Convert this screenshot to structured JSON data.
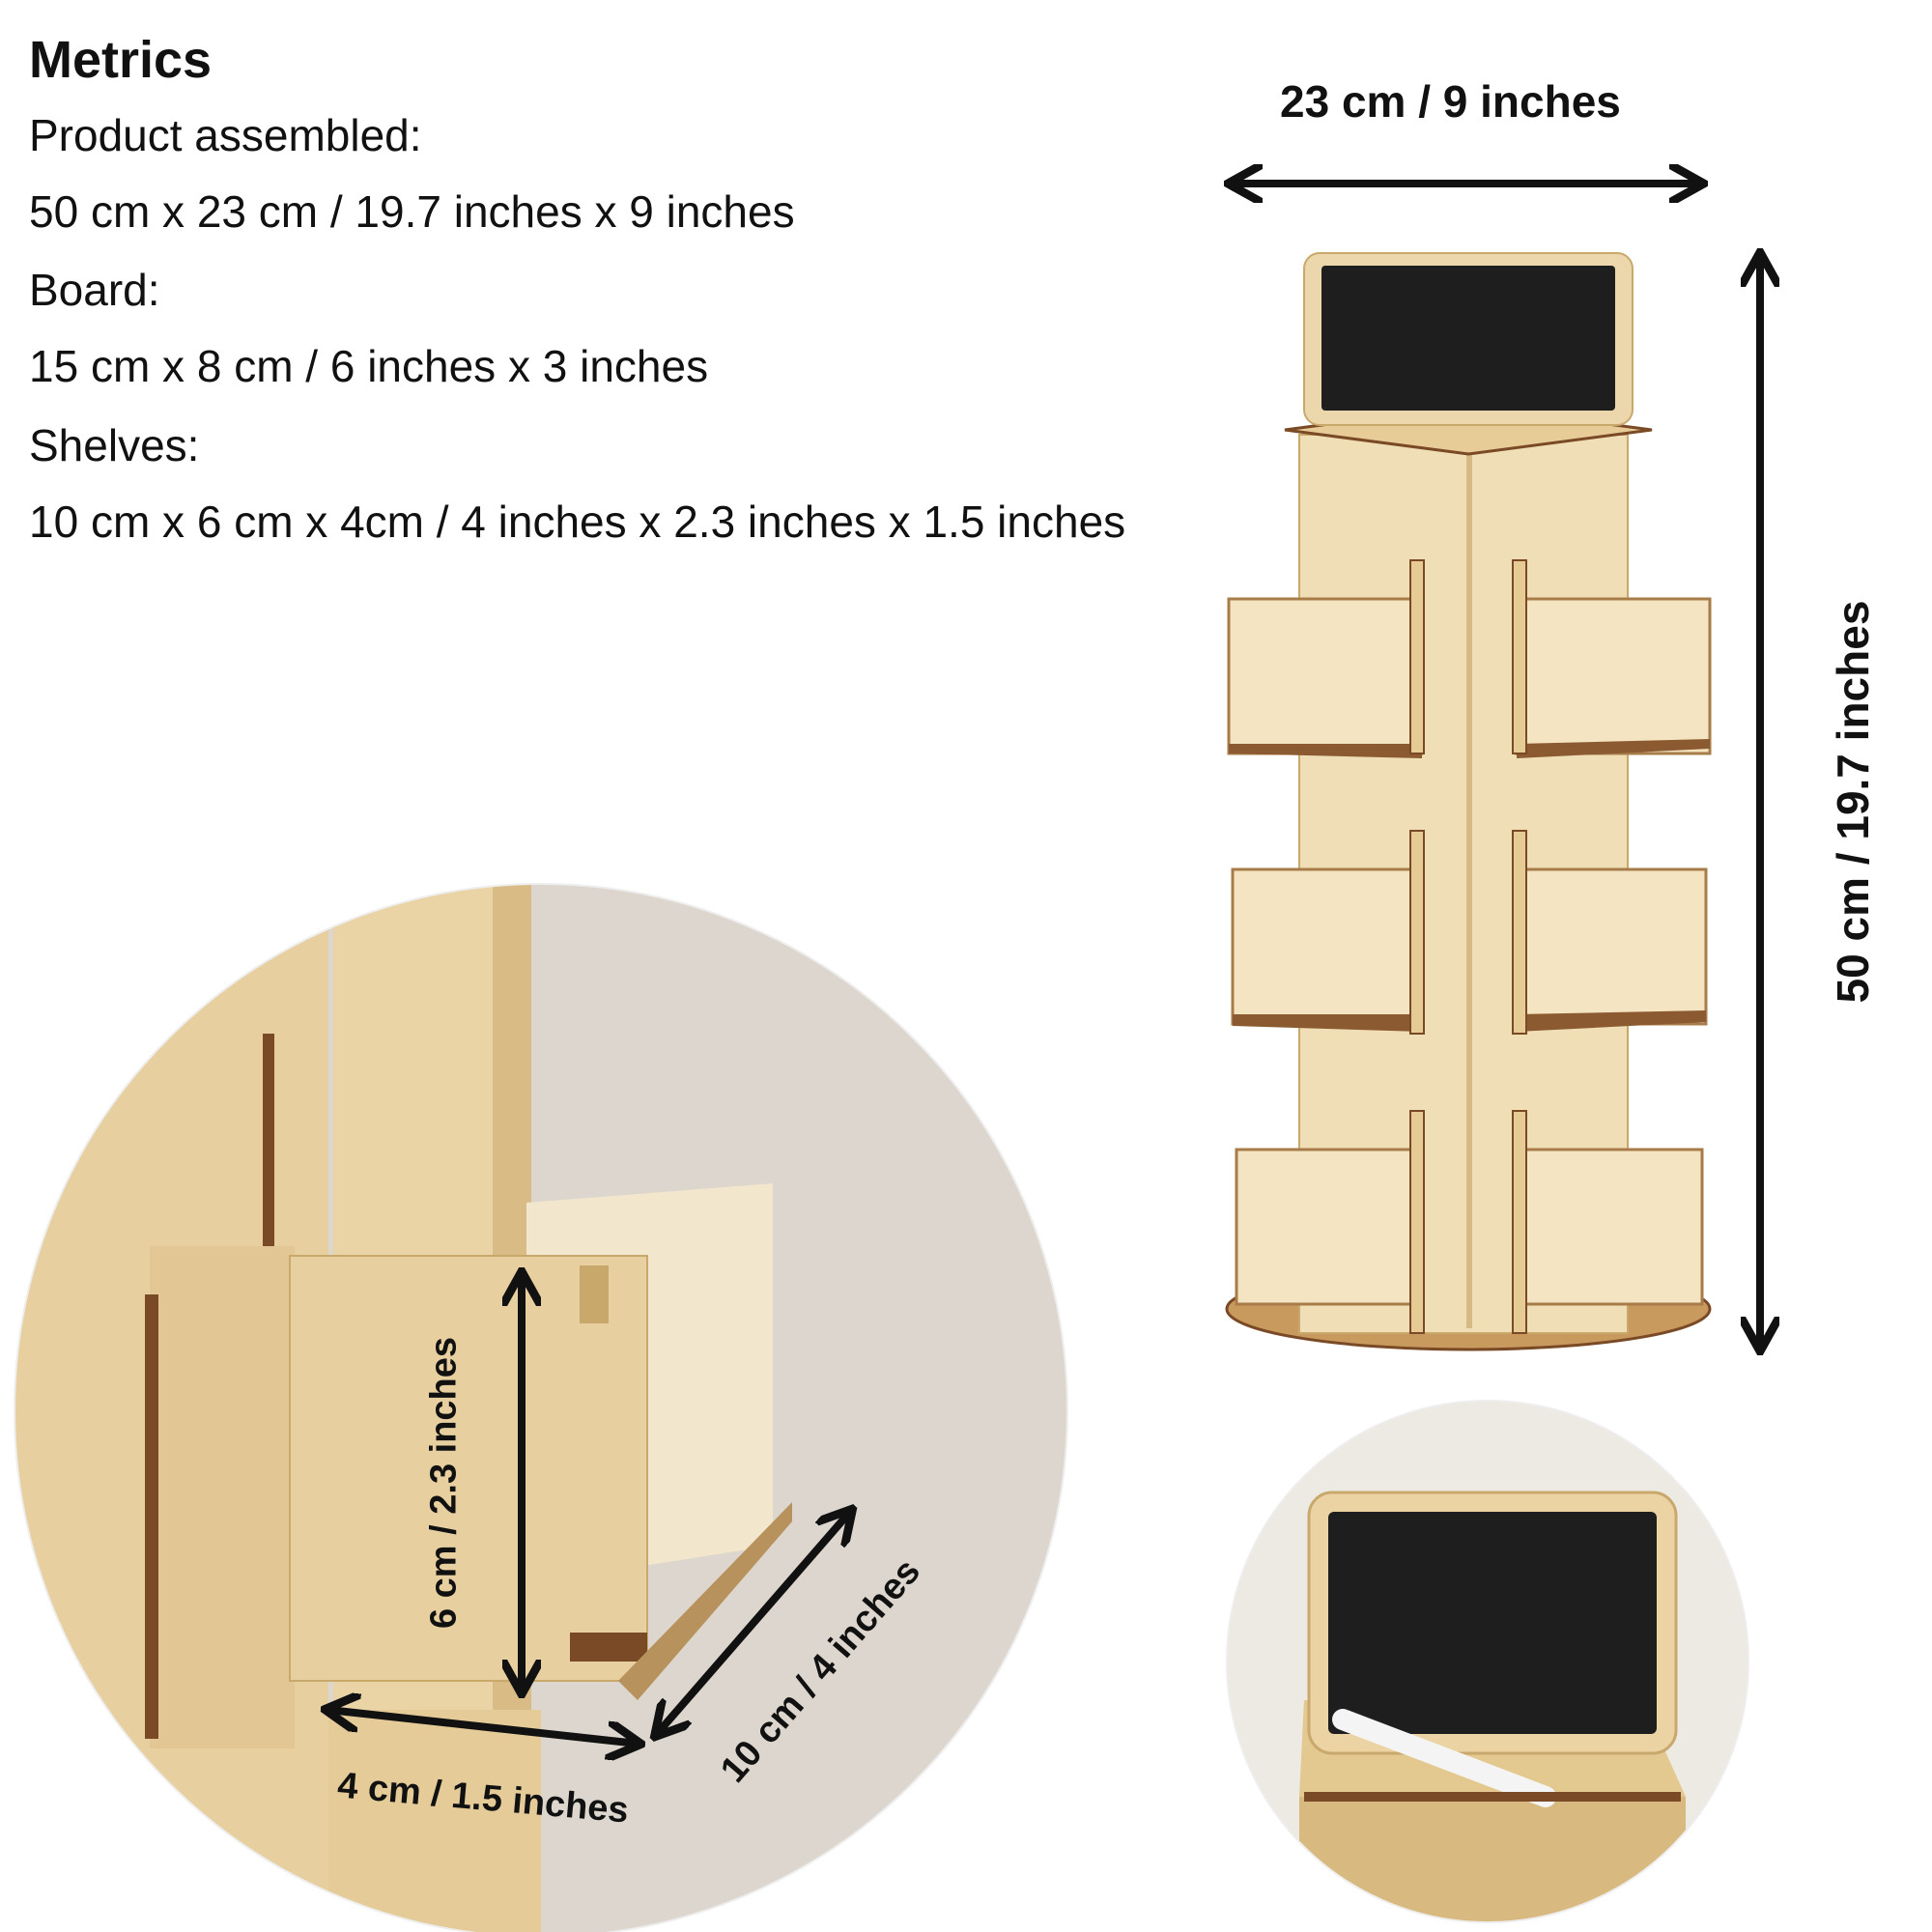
{
  "heading": "Metrics",
  "specs": [
    {
      "label": "Product assembled:",
      "value": "50 cm x 23 cm / 19.7 inches x 9 inches"
    },
    {
      "label": "Board:",
      "value": "15 cm x 8 cm / 6 inches x 3 inches"
    },
    {
      "label": "Shelves:",
      "value": "10 cm x 6 cm x 4cm / 4 inches x 2.3 inches x 1.5 inches"
    }
  ],
  "dimensions": {
    "tower_width": "23 cm / 9 inches",
    "tower_height": "50 cm / 19.7 inches",
    "shelf_height": "6 cm / 2.3 inches",
    "shelf_depth": "4 cm / 1.5 inches",
    "shelf_length": "10 cm / 4 inches"
  },
  "colors": {
    "wood_light": "#f1dfb8",
    "wood_mid": "#e2c794",
    "wood_dark": "#c9a86c",
    "wood_edge": "#7a4a26",
    "chalkboard": "#1e1e1e",
    "backdrop": "#dcd6ce",
    "arrow": "#111111"
  }
}
